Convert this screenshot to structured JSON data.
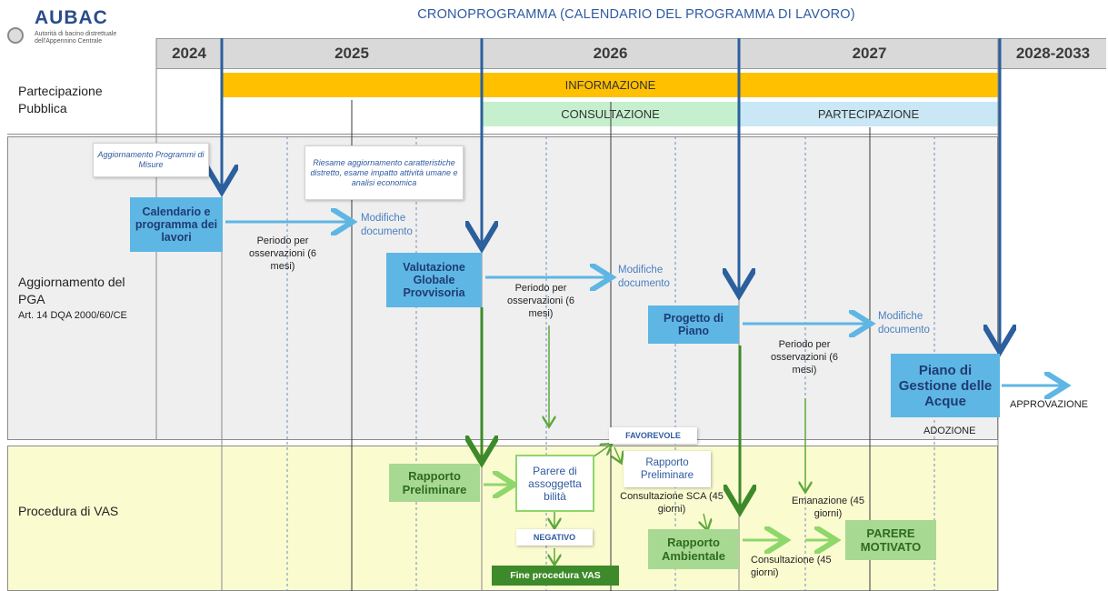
{
  "header": {
    "title": "CRONOPROGRAMMA (CALENDARIO DEL PROGRAMMA DI LAVORO)"
  },
  "logo": {
    "name": "AUBAC",
    "subtitle": "Autorità di bacino distrettuale dell'Appennino Centrale"
  },
  "years": [
    "2024",
    "2025",
    "2026",
    "2027",
    "2028-2033"
  ],
  "rows": {
    "partecipazione": "Partecipazione Pubblica",
    "pga": "Aggiornamento del PGA",
    "pga_sub": "Art. 14 DQA 2000/60/CE",
    "vas": "Procedura di VAS"
  },
  "bands": {
    "informazione": "INFORMAZIONE",
    "consultazione": "CONSULTAZIONE",
    "partecipazione": "PARTECIPAZIONE"
  },
  "pga": {
    "note1": "Aggiornamento Programmi di Misure",
    "note2": "Riesame aggiornamento caratteristiche distretto, esame impatto attività umane e analisi economica",
    "box1": "Calendario e programma dei lavori",
    "box2": "Valutazione Globale Provvisoria",
    "box3": "Progetto di Piano",
    "box4": "Piano di Gestione delle Acque",
    "modifiche": "Modifiche documento",
    "periodo": "Periodo per osservazioni (6 mesi)",
    "adozione": "ADOZIONE",
    "approvazione": "APPROVAZIONE"
  },
  "vas": {
    "rapporto_preliminare": "Rapporto Preliminare",
    "parere": "Parere di assoggetta bilità",
    "favorevole": "FAVOREVOLE",
    "negativo": "NEGATIVO",
    "fine": "Fine procedura VAS",
    "rapporto_preliminare2": "Rapporto Preliminare",
    "consultazione_sca": "Consultazione SCA (45 giorni)",
    "rapporto_ambientale": "Rapporto Ambientale",
    "consultazione": "Consultazione (45 giorni)",
    "emanazione": "Emanazione (45 giorni)",
    "parere_motivato": "PARERE MOTIVATO"
  },
  "colors": {
    "informazione": "#ffc000",
    "consultazione": "#c6efce",
    "partecipazione": "#c9e7f5",
    "vas_bg": "#fbfbd0",
    "pga_bg": "#efefef",
    "box_blue": "#5eb6e4",
    "box_green": "#a7d992"
  }
}
